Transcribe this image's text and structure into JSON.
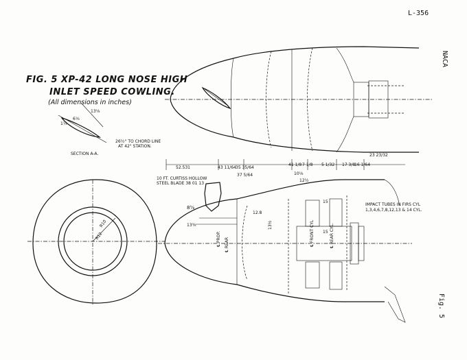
{
  "sheet": {
    "page_number": "L-356",
    "side_stamp": "NACA",
    "fig_marker": "Fig. 5"
  },
  "title": {
    "line1": "FIG. 5  XP-42 LONG NOSE HIGH",
    "line2": "INLET SPEED COWLING.",
    "line3": "(All dimensions in inches)"
  },
  "section": {
    "label": "SECTION A-A.",
    "dim_a": "6⅛",
    "dim_b": "13⅛",
    "dim_c": "1¼",
    "angle_note_1": "26½° TO CHORD LINE",
    "angle_note_2": "AT 42\" STATION."
  },
  "annotations": {
    "propeller_1": "10 FT. CURTISS HOLLOW",
    "propeller_2": "STEEL BLADE 38 01 13",
    "radius_1": "R10",
    "radius_2": "R12",
    "dim_8_5_8": "8⅝",
    "dim_13_3_8": "13⅜",
    "prop_axis": "℄ PROP.",
    "rear_axis": "℄ REAR",
    "front_cyl": "℄ FRONT CYL",
    "rear_cyl": "℄ REAR CYL.",
    "dim_12_8": "12.8",
    "dim_13_1_2": "13½",
    "dim_10": "10⅛",
    "dim_12_5": "12½",
    "dim_15_a": "15",
    "dim_15_b": "15",
    "impact_1": "IMPACT TUBES IN FIRS CYL",
    "impact_2": "1,3,4,6,7,8,12,13 & 14 CYL."
  },
  "dimensions": {
    "d1": "52.531",
    "d2": "43 11/64",
    "d3": "35 35/64",
    "d4": "37 5/64",
    "d5": "41 1/8",
    "d6": "7 1/8",
    "d7": "5 1/32",
    "d8": "17 3/8",
    "d9": "16 1/64",
    "d10": "23 23/32"
  }
}
